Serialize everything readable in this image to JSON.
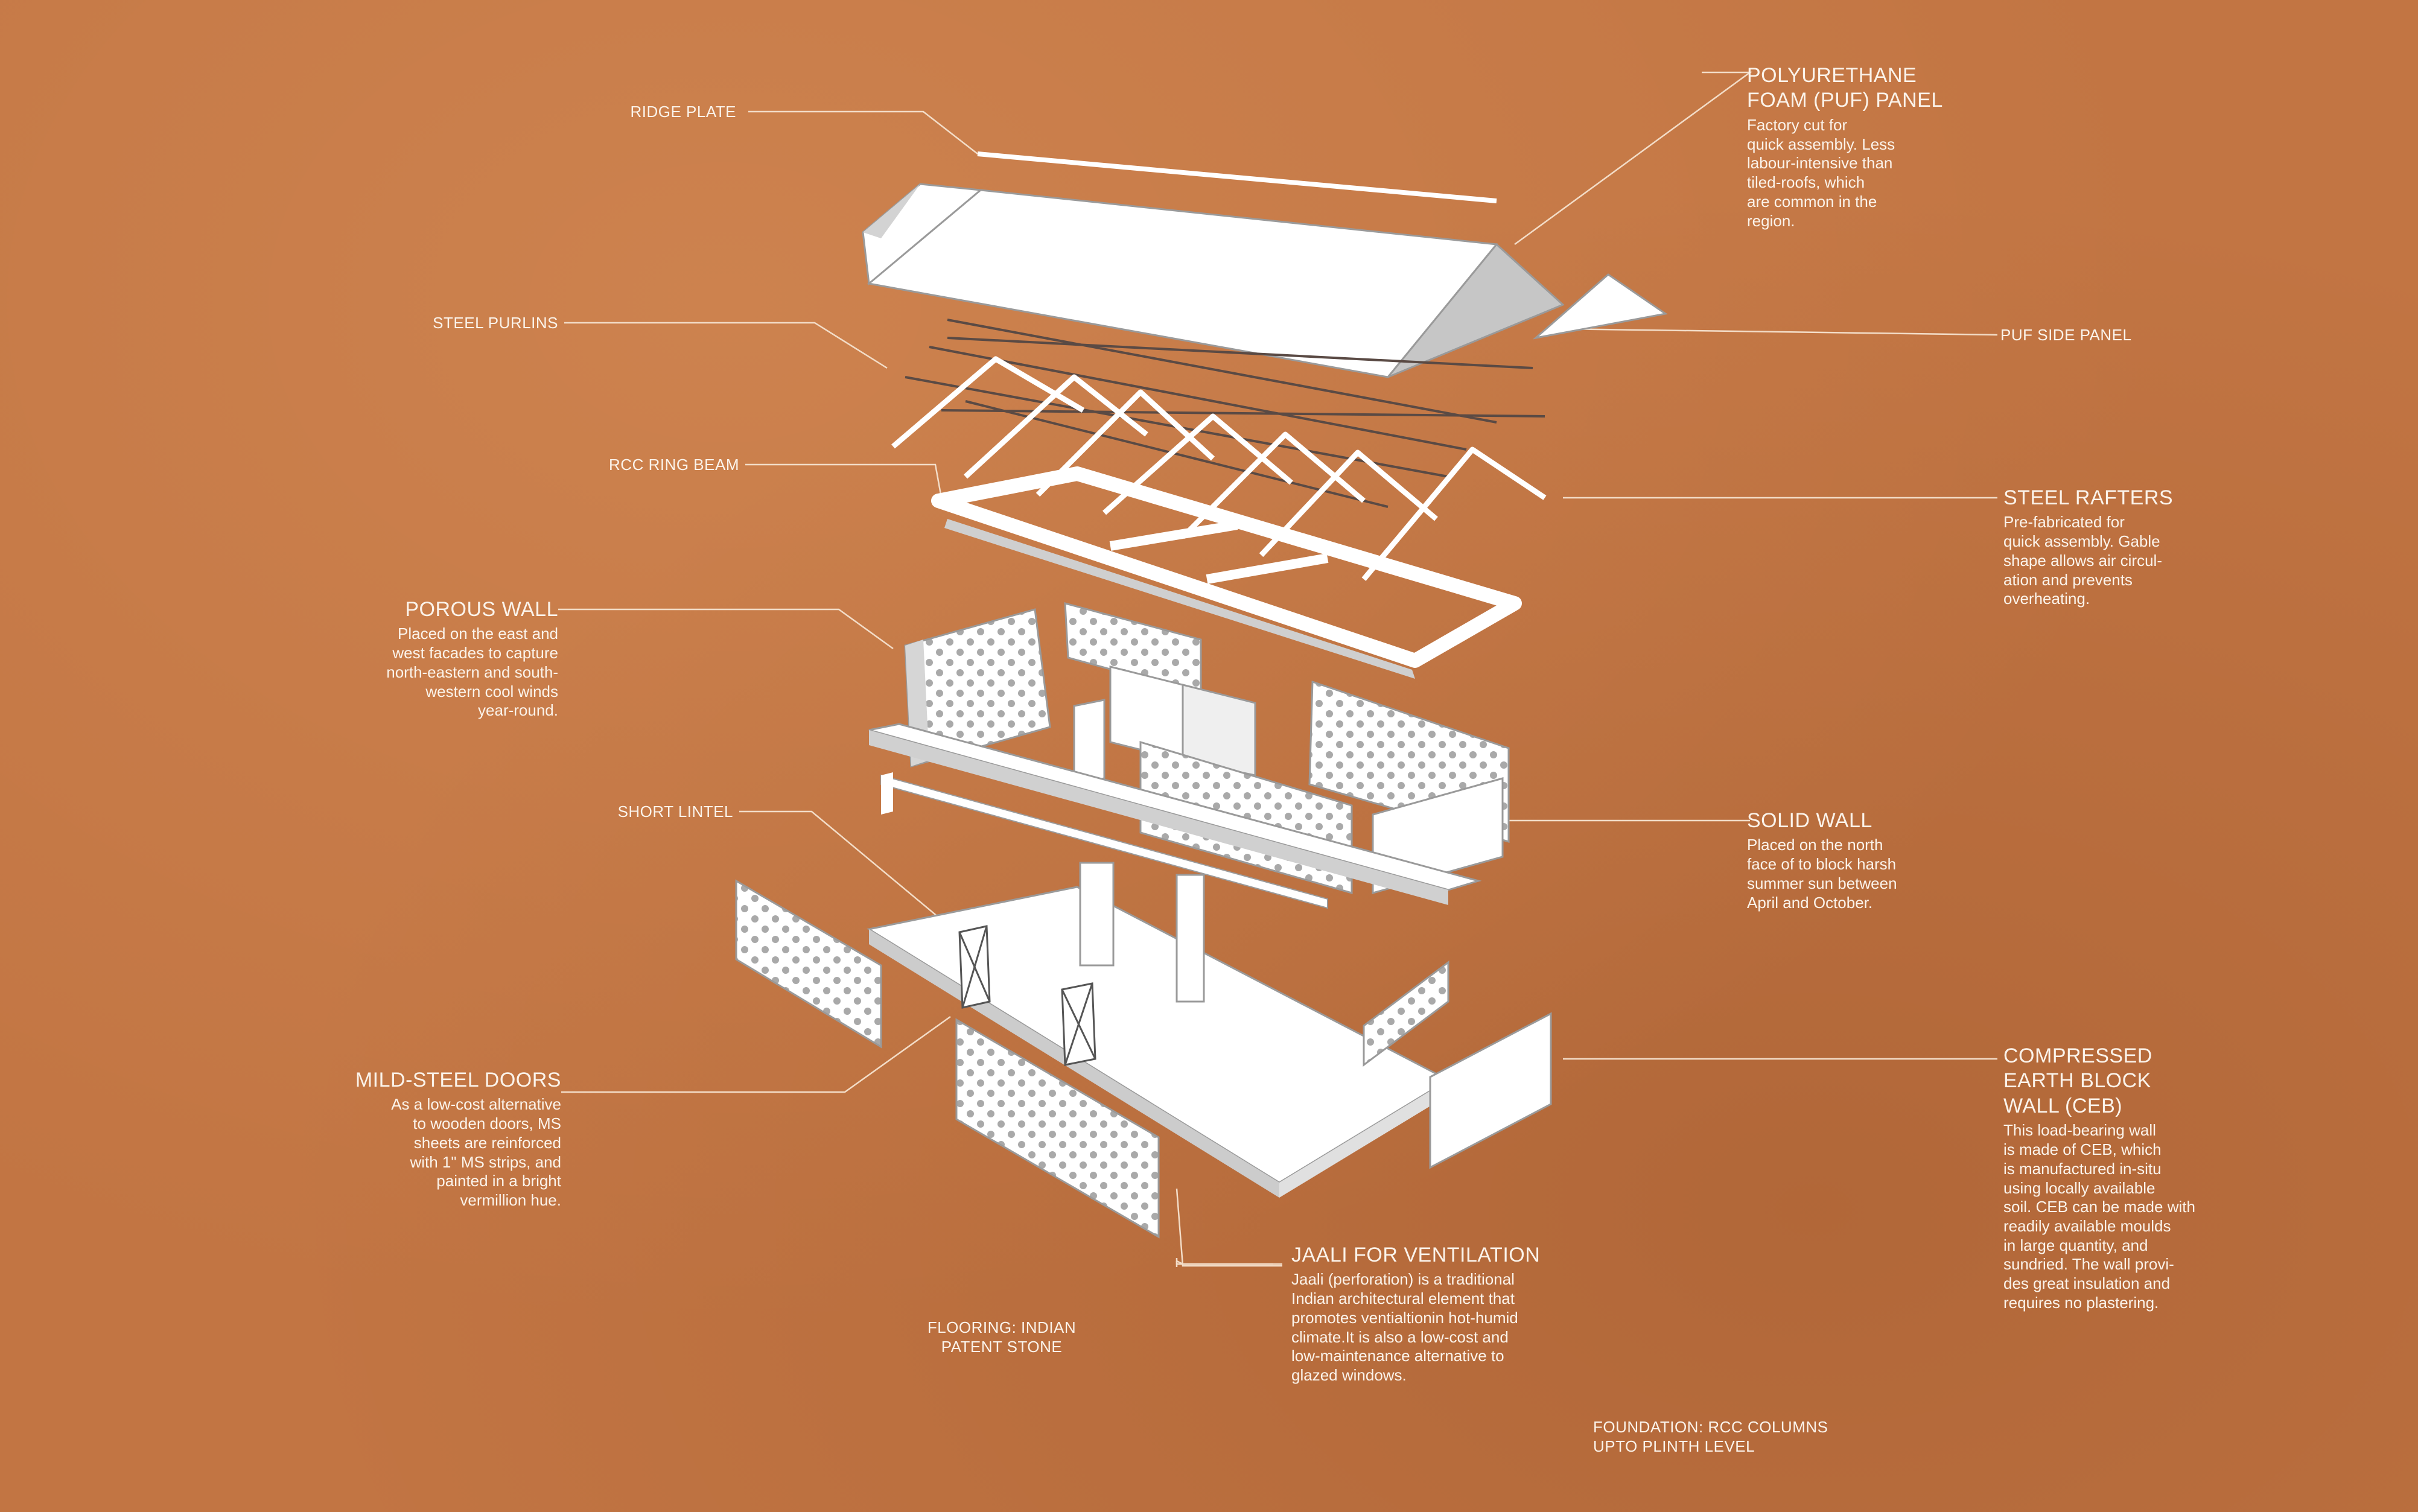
{
  "labels": {
    "ridge_plate": "RIDGE PLATE",
    "steel_purlins": "STEEL PURLINS",
    "rcc_ring_beam": "RCC RING BEAM",
    "short_lintel": "SHORT LINTEL",
    "puf_side_panel": "PUF SIDE PANEL",
    "flooring": "FLOORING: INDIAN\nPATENT STONE",
    "foundation": "FOUNDATION: RCC COLUMNS\nUPTO PLINTH LEVEL"
  },
  "callouts": {
    "puf_panel": {
      "title": "POLYURETHANE\nFOAM (PUF) PANEL",
      "desc": "Factory cut for\nquick assembly. Less\nlabour-intensive than\ntiled-roofs, which\nare common in the\nregion."
    },
    "steel_rafters": {
      "title": "STEEL RAFTERS",
      "desc": "Pre-fabricated for\nquick assembly. Gable\nshape allows air circul-\nation and prevents\noverheating."
    },
    "porous_wall": {
      "title": "POROUS WALL",
      "desc": "Placed on the east and\nwest facades to capture\nnorth-eastern and south-\nwestern cool winds\nyear-round."
    },
    "solid_wall": {
      "title": "SOLID WALL",
      "desc": "Placed on the north\nface of to block harsh\nsummer sun between\nApril and October."
    },
    "ms_doors": {
      "title": "MILD-STEEL DOORS",
      "desc": "As a low-cost alternative\nto wooden doors, MS\nsheets are reinforced\nwith 1\" MS strips, and\npainted in a bright\nvermillion hue."
    },
    "ceb_wall": {
      "title": "COMPRESSED\nEARTH BLOCK\nWALL (CEB)",
      "desc": "This load-bearing wall\nis made of CEB, which\nis manufactured in-situ\nusing locally available\nsoil. CEB can be made with\nreadily available moulds\nin large quantity, and\nsundried. The wall provi-\ndes great insulation and\nrequires no plastering."
    },
    "jaali": {
      "title": "JAALI FOR VENTILATION",
      "desc": "Jaali (perforation) is a traditional\nIndian architectural element that\npromotes ventialtionin hot-humid\nclimate.It is also a low-cost and\nlow-maintenance alternative to\nglazed windows."
    }
  },
  "colors": {
    "background": "#c27543",
    "model_fill": "#ffffff",
    "model_shade": "#b8b8b8",
    "text": "#fbf3ea",
    "leader": "#f3ddc8"
  }
}
